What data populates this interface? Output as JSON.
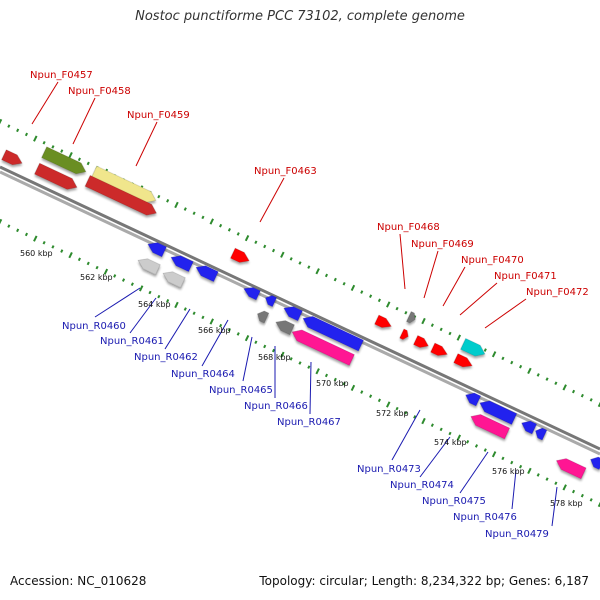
{
  "title": "Nostoc punctiforme PCC 73102, complete genome",
  "footer": {
    "accession": "Accession: NC_010628",
    "summary": "Topology: circular; Length: 8,234,322 bp; Genes: 6,187"
  },
  "colors": {
    "forward_label": "#cc0000",
    "reverse_label": "#1a1ab0",
    "backbone": "#888888",
    "ticks": "#2e8b2e"
  },
  "kbp_ticks": [
    "560 kbp",
    "562 kbp",
    "564 kbp",
    "566 kbp",
    "568 kbp",
    "570 kbp",
    "572 kbp",
    "574 kbp",
    "576 kbp",
    "578 kbp"
  ],
  "forward_genes": [
    {
      "label": "Npun_F0457",
      "color": "#cc2a2a"
    },
    {
      "label": "Npun_F0458",
      "color": "#6b8e23"
    },
    {
      "label": "Npun_F0459",
      "color": "#f0e68c"
    },
    {
      "label": "Npun_F0463",
      "color": "#ff0000"
    },
    {
      "label": "Npun_F0468",
      "color": "#ff0000"
    },
    {
      "label": "Npun_F0469",
      "color": "#777777"
    },
    {
      "label": "Npun_F0470",
      "color": "#ff0000"
    },
    {
      "label": "Npun_F0471",
      "color": "#00cccc"
    },
    {
      "label": "Npun_F0472",
      "color": "#ff0000"
    }
  ],
  "reverse_genes": [
    {
      "label": "Npun_R0460",
      "color": "#2020ee"
    },
    {
      "label": "Npun_R0461",
      "color": "#cccccc"
    },
    {
      "label": "Npun_R0462",
      "color": "#2020ee"
    },
    {
      "label": "Npun_R0464",
      "color": "#2020ee"
    },
    {
      "label": "Npun_R0465",
      "color": "#2020ee"
    },
    {
      "label": "Npun_R0466",
      "color": "#777777"
    },
    {
      "label": "Npun_R0467",
      "color": "#ff1493"
    },
    {
      "label": "Npun_R0473",
      "color": "#2020ee"
    },
    {
      "label": "Npun_R0474",
      "color": "#ff1493"
    },
    {
      "label": "Npun_R0475",
      "color": "#2020ee"
    },
    {
      "label": "Npun_R0476",
      "color": "#2020ee"
    },
    {
      "label": "Npun_R0479",
      "color": "#ff1493"
    }
  ]
}
